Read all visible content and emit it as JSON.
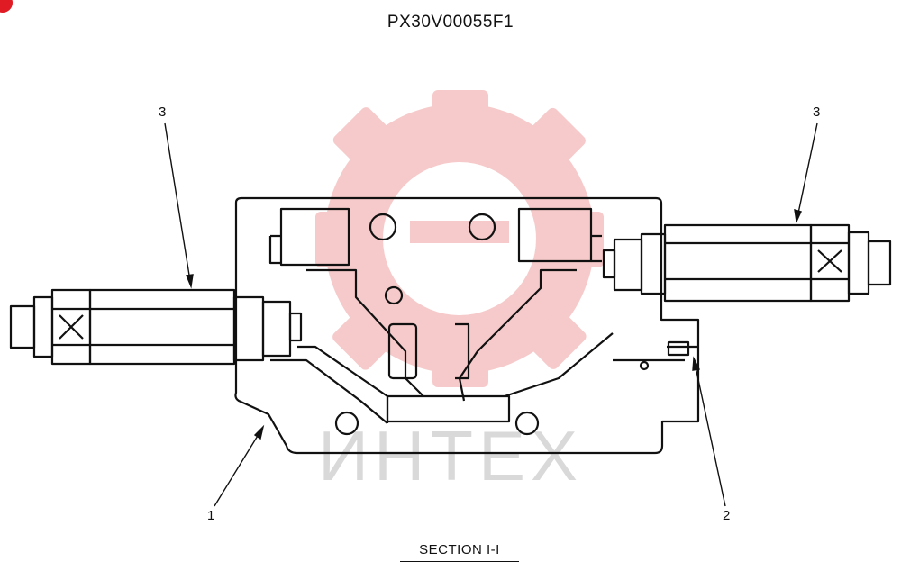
{
  "title": "PX30V00055F1",
  "watermark_text": "ИНТЕХ",
  "caption": "SECTION I-I",
  "callouts": {
    "left_top": "3",
    "right_top": "3",
    "bottom_left": "1",
    "bottom_right": "2"
  },
  "colors": {
    "watermark": "#e8383b",
    "ink": "#111111",
    "corner": "#e01b24"
  }
}
